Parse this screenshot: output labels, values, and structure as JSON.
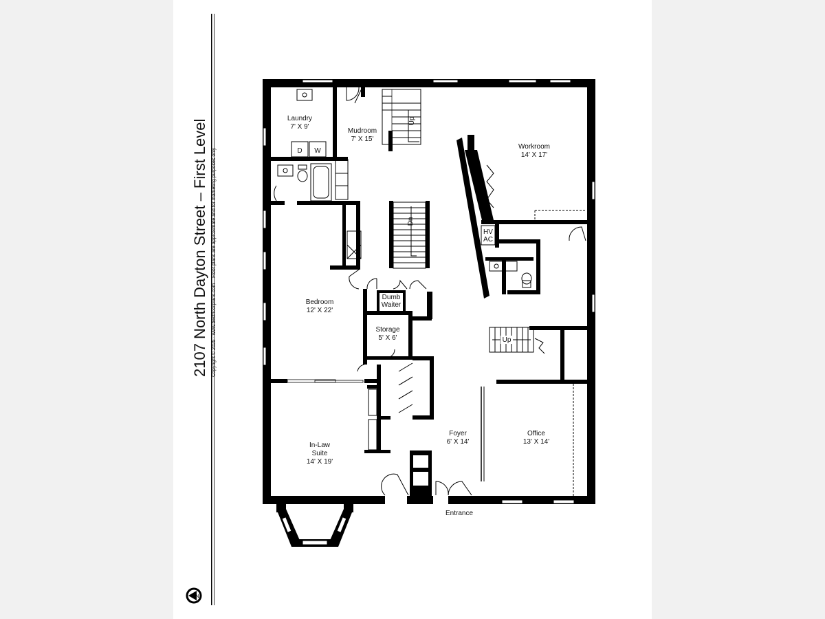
{
  "title": "2107 North Dayton Street – First Level",
  "copyright": "Copyright © 2025 · www.bestfloorplans.com – Floor plans are approximate and for marketing purposes only",
  "rooms": {
    "laundry": {
      "name": "Laundry",
      "size": "7' X 9'"
    },
    "mudroom": {
      "name": "Mudroom",
      "size": "7' X 15'"
    },
    "workroom": {
      "name": "Workroom",
      "size": "14' X 17'"
    },
    "bedroom": {
      "name": "Bedroom",
      "size": "12' X 22'"
    },
    "dumbwaiter": {
      "line1": "Dumb",
      "line2": "Waiter"
    },
    "storage": {
      "name": "Storage",
      "size": "5' X 6'"
    },
    "foyer": {
      "name": "Foyer",
      "size": "6' X 14'"
    },
    "office": {
      "name": "Office",
      "size": "13' X 14'"
    },
    "inlaw": {
      "line1": "In-Law",
      "line2": "Suite",
      "size": "14' X 19'"
    }
  },
  "fixtures": {
    "dryer": "D",
    "washer": "W",
    "hvac_line1": "HV",
    "hvac_line2": "AC",
    "stair_up_top": "Up",
    "stair_down": "Dn",
    "stair_up_right": "Up"
  },
  "entrance": "Entrance",
  "north": "N"
}
